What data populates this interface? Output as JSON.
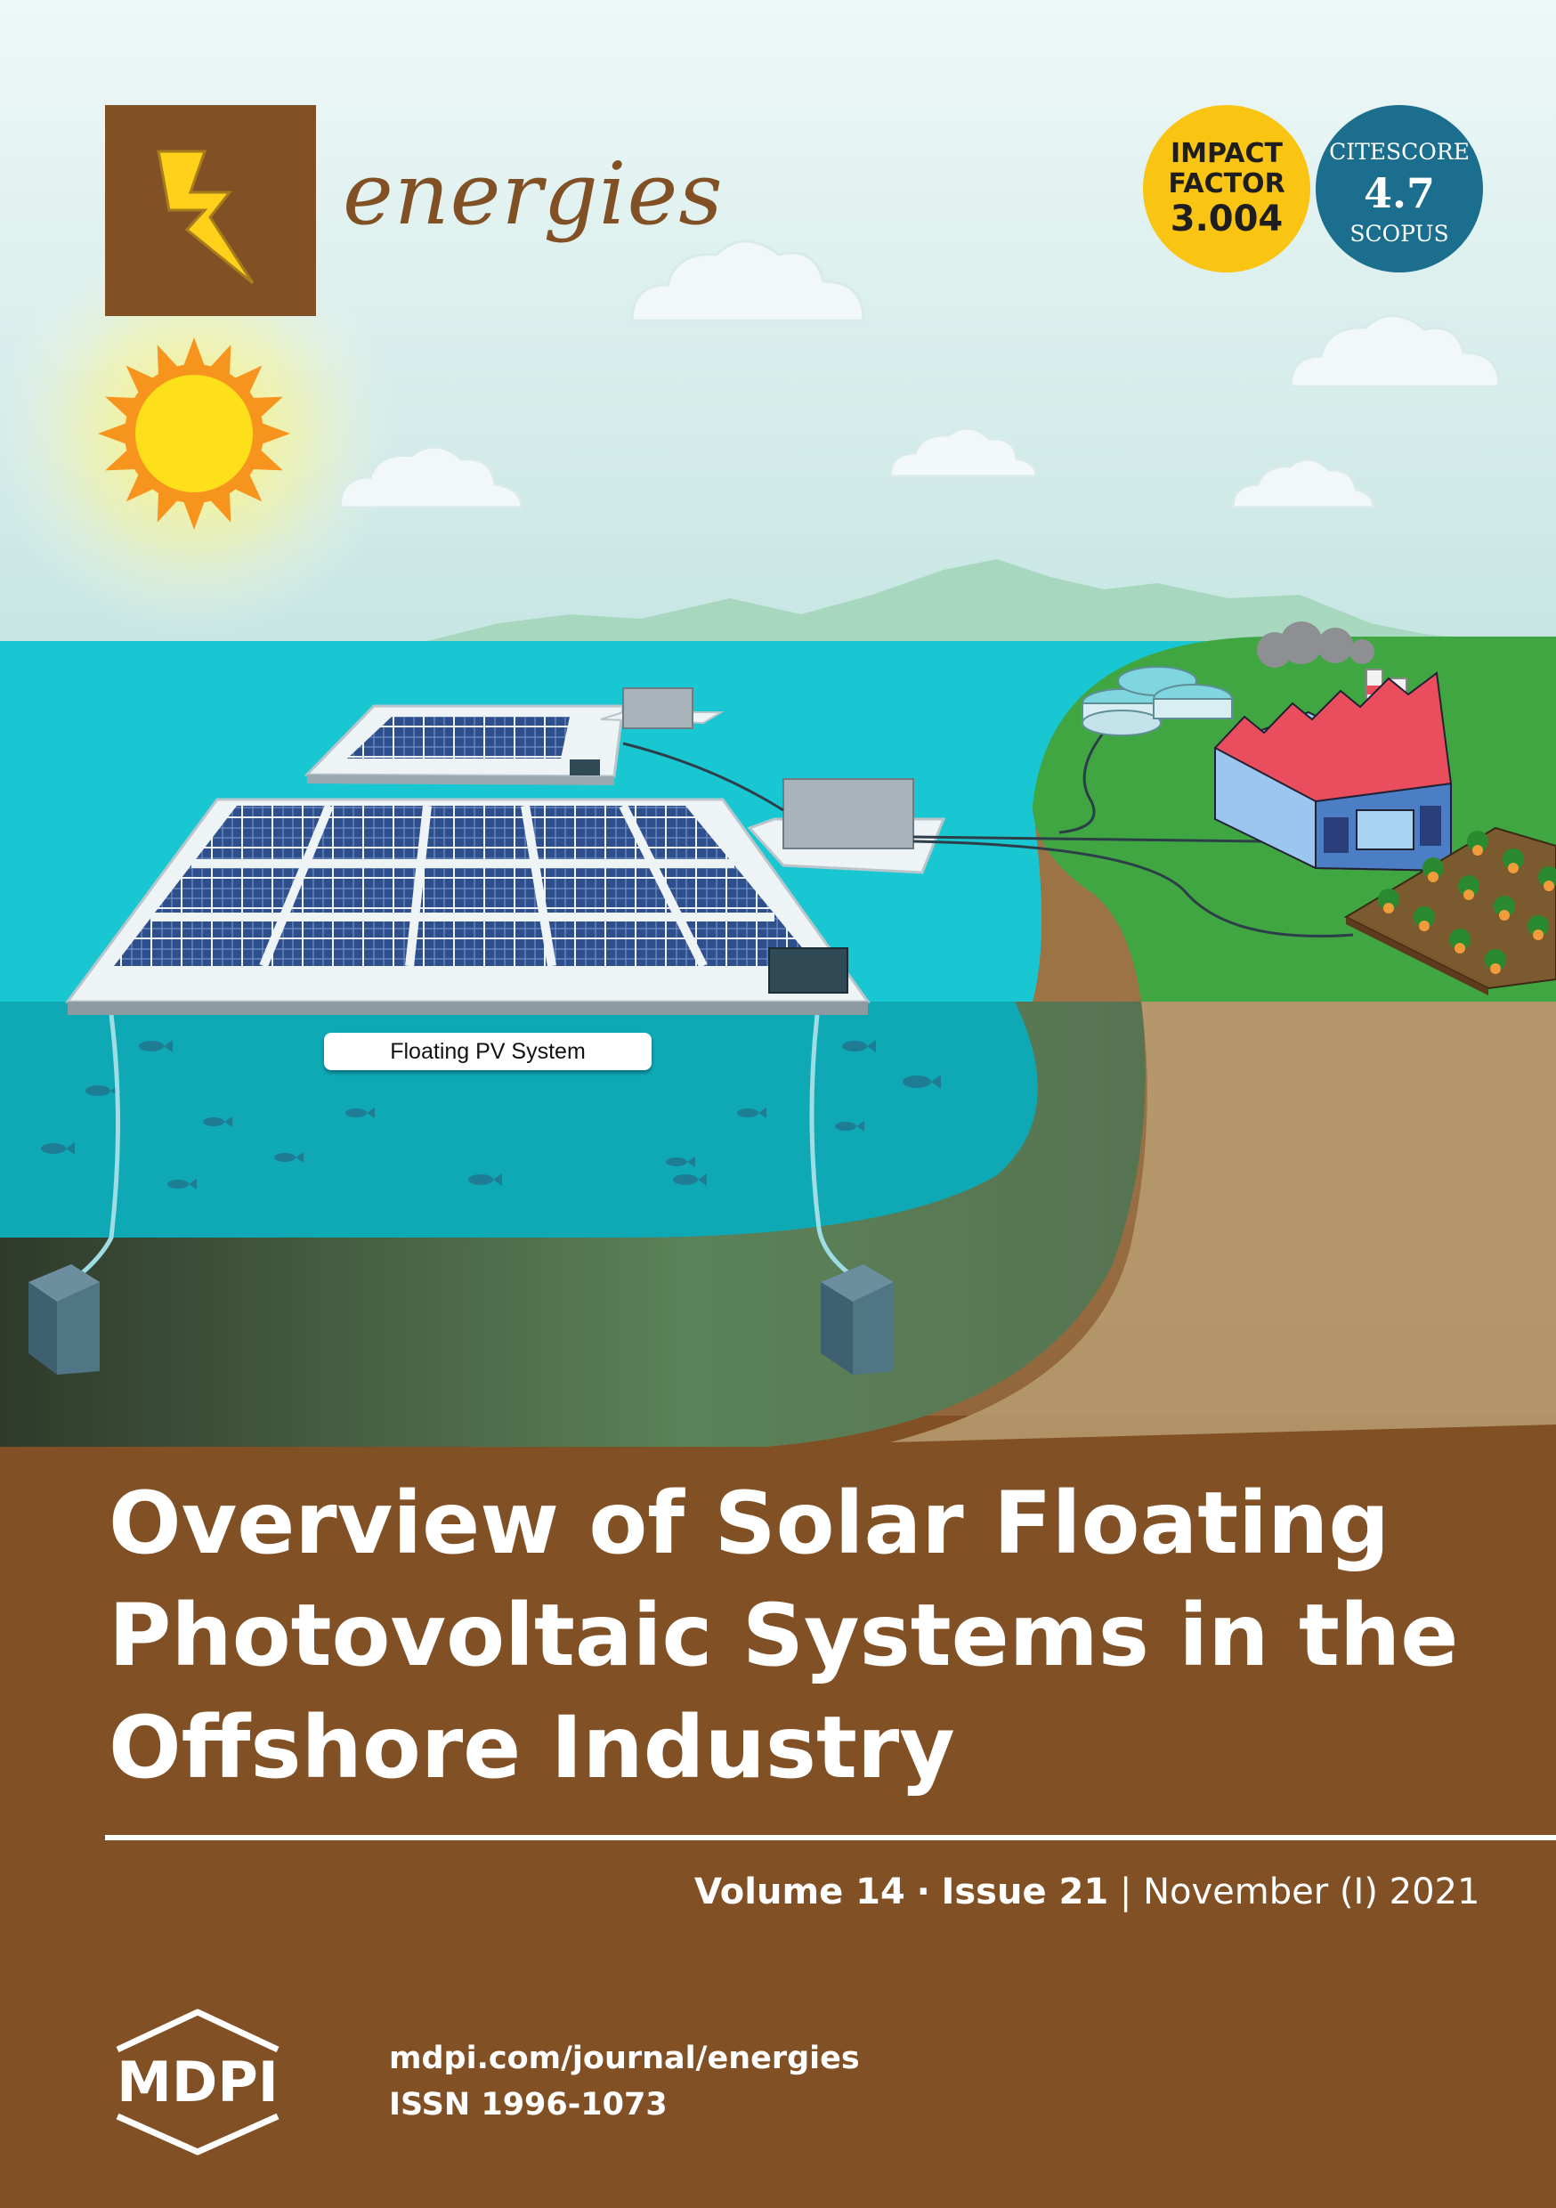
{
  "journal": {
    "name": "energies"
  },
  "badges": {
    "impact_factor": {
      "line1": "IMPACT",
      "line2": "FACTOR",
      "value": "3.004"
    },
    "citescore": {
      "line1": "CITESCORE",
      "value": "4.7",
      "source": "SCOPUS"
    }
  },
  "illustration": {
    "label": "Floating PV System"
  },
  "article": {
    "title_lines": [
      "Overview of Solar Floating",
      "Photovoltaic Systems in the",
      "Offshore Industry"
    ]
  },
  "issue": {
    "volume": "Volume 14",
    "separator": "·",
    "issue": "Issue 21",
    "divider": "|",
    "date": "November (I) 2021"
  },
  "publisher": {
    "logo_text": "MDPI",
    "url": "mdpi.com/journal/energies",
    "issn": "ISSN 1996-1073"
  },
  "colors": {
    "brand_brown": "#815025",
    "impact_yellow": "#f9c412",
    "citescore_blue": "#1b6e8d",
    "sea": "#19c7d3",
    "land_green": "#3fa642"
  }
}
